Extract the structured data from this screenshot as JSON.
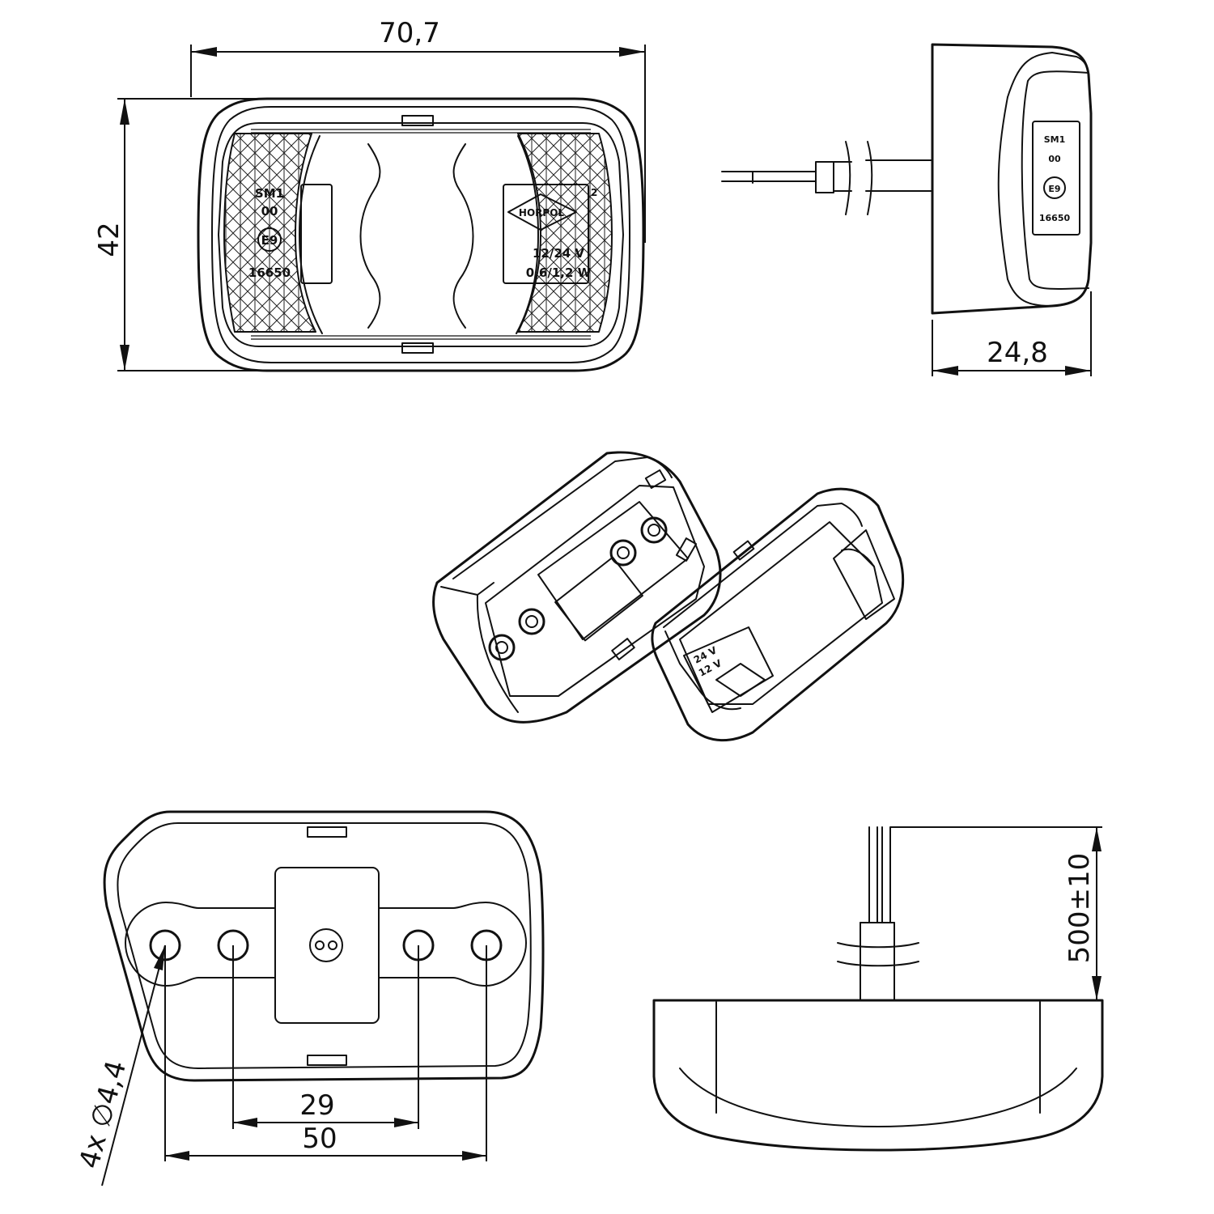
{
  "dimensions": {
    "width": "70,7",
    "height": "42",
    "depth": "24,8",
    "cable_length": "500±10",
    "holes": "4x ∅4,4",
    "hole_spacing_inner": "29",
    "hole_spacing_outer": "50"
  },
  "lens_markings": {
    "left": [
      "SM1",
      "00",
      "E9",
      "16650"
    ],
    "right_brand": "HORPOL",
    "right_rating_voltage": "12/24 V",
    "right_rating_power": "0,6/1,2 W",
    "right_mark": "2"
  },
  "side_markings": [
    "SM1",
    "00",
    "E9",
    "16650"
  ],
  "iso_markings": {
    "label_line1": "24 V",
    "label_line2": "12 V"
  }
}
